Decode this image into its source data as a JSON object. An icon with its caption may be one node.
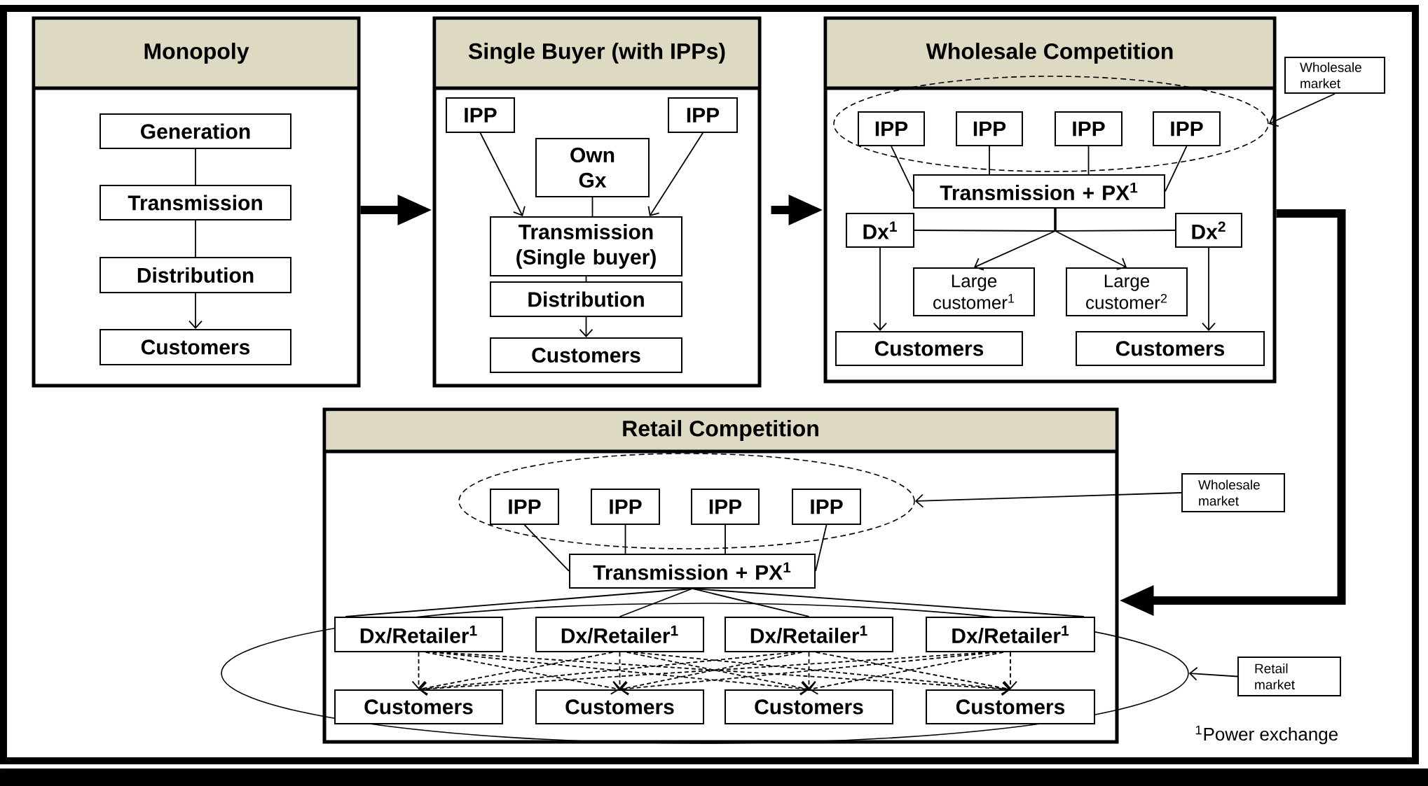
{
  "diagram": {
    "nodes": [
      {
        "text": [
          "Monopoly"
        ]
      },
      {
        "text": [
          "Generation"
        ],
        "in": 0
      },
      {
        "text": [
          "Transmission"
        ],
        "in": 0
      },
      {
        "text": [
          "Distribution"
        ],
        "in": 0
      },
      {
        "text": [
          "Customers"
        ],
        "in": 0
      },
      {
        "text": [
          "Single Buyer (with IPPs)"
        ]
      },
      {
        "text": [
          "IPP"
        ],
        "in": 5
      },
      {
        "text": [
          "IPP"
        ],
        "in": 5
      },
      {
        "text": [
          "Own Gx"
        ],
        "in": 5
      },
      {
        "text": [
          "Transmission (Single buyer)"
        ],
        "in": 5
      },
      {
        "text": [
          "Distribution"
        ],
        "in": 5
      },
      {
        "text": [
          "Customers"
        ],
        "in": 5
      },
      {
        "text": [
          "Wholesale Competition"
        ]
      },
      {
        "text": [],
        "shape": "ellipse",
        "in": 12
      },
      {
        "text": [
          "IPP"
        ],
        "in": 13
      },
      {
        "text": [
          "IPP"
        ],
        "in": 13
      },
      {
        "text": [
          "IPP"
        ],
        "in": 13
      },
      {
        "text": [
          "IPP"
        ],
        "in": 13
      },
      {
        "text": [
          "Transmission + PX$^{1}$"
        ],
        "in": 12
      },
      {
        "text": [
          "Dx$^{1}$"
        ],
        "in": 12
      },
      {
        "text": [
          "Dx$^{2}$"
        ],
        "in": 12
      },
      {
        "text": [
          "Large customer$^{1}$"
        ],
        "in": 12
      },
      {
        "text": [
          "Large customer$^{2}$"
        ],
        "in": 12
      },
      {
        "text": [
          "Customers"
        ],
        "in": 12
      },
      {
        "text": [
          "Customers"
        ],
        "in": 12
      },
      {
        "text": [
          "Wholesale market"
        ]
      },
      {
        "text": [
          "Retail Competition"
        ]
      },
      {
        "text": [],
        "shape": "ellipse",
        "in": 26
      },
      {
        "text": [
          "IPP"
        ],
        "in": 27
      },
      {
        "text": [
          "IPP"
        ],
        "in": 27
      },
      {
        "text": [
          "IPP"
        ],
        "in": 27
      },
      {
        "text": [
          "IPP"
        ],
        "in": 27
      },
      {
        "text": [
          "Transmission + PX$^{1}$"
        ],
        "in": 26
      },
      {
        "text": [],
        "shape": "ellipse"
      },
      {
        "text": [
          "Dx/Retailer$^{1}$"
        ],
        "in": 33
      },
      {
        "text": [
          "Dx/Retailer$^{1}$"
        ],
        "in": 33
      },
      {
        "text": [
          "Dx/Retailer$^{1}$"
        ],
        "in": 33
      },
      {
        "text": [
          "Dx/Retailer$^{1}$"
        ],
        "in": 33
      },
      {
        "text": [
          "Customers"
        ],
        "in": 33
      },
      {
        "text": [
          "Customers"
        ],
        "in": 33
      },
      {
        "text": [
          "Customers"
        ],
        "in": 33
      },
      {
        "text": [
          "Customers"
        ],
        "in": 33
      },
      {
        "text": [
          "Wholesale market"
        ]
      },
      {
        "text": [
          "Retail market"
        ]
      }
    ],
    "edges": [
      {
        "from": 1,
        "to": 2,
        "arrow": "none"
      },
      {
        "from": 2,
        "to": 3,
        "arrow": "none"
      },
      {
        "from": 3,
        "to": 4,
        "arrow": "to"
      },
      {
        "from": 0,
        "to": 5,
        "arrow": "to",
        "style": "thick"
      },
      {
        "from": 6,
        "to": 9,
        "arrow": "to"
      },
      {
        "from": 7,
        "to": 9,
        "arrow": "to"
      },
      {
        "from": 8,
        "to": 9,
        "arrow": "none"
      },
      {
        "from": 9,
        "to": 10,
        "arrow": "none"
      },
      {
        "from": 10,
        "to": 11,
        "arrow": "to"
      },
      {
        "from": 5,
        "to": 12,
        "arrow": "to",
        "style": "thick"
      },
      {
        "from": 14,
        "to": 18,
        "arrow": "none"
      },
      {
        "from": 15,
        "to": 18,
        "arrow": "none"
      },
      {
        "from": 16,
        "to": 18,
        "arrow": "none"
      },
      {
        "from": 17,
        "to": 18,
        "arrow": "none"
      },
      {
        "from": 18,
        "to": 19,
        "arrow": "none"
      },
      {
        "from": 18,
        "to": 20,
        "arrow": "none"
      },
      {
        "from": 18,
        "to": 21,
        "arrow": "to"
      },
      {
        "from": 18,
        "to": 22,
        "arrow": "to"
      },
      {
        "from": 19,
        "to": 23,
        "arrow": "to"
      },
      {
        "from": 20,
        "to": 24,
        "arrow": "to"
      },
      {
        "from": 25,
        "to": 13,
        "arrow": "to"
      },
      {
        "from": 12,
        "to": 26,
        "arrow": "to",
        "style": "thick"
      },
      {
        "from": 28,
        "to": 32,
        "arrow": "none"
      },
      {
        "from": 29,
        "to": 32,
        "arrow": "none"
      },
      {
        "from": 30,
        "to": 32,
        "arrow": "none"
      },
      {
        "from": 31,
        "to": 32,
        "arrow": "none"
      },
      {
        "from": 32,
        "to": 34,
        "arrow": "none"
      },
      {
        "from": 32,
        "to": 35,
        "arrow": "none"
      },
      {
        "from": 32,
        "to": 36,
        "arrow": "none"
      },
      {
        "from": 32,
        "to": 37,
        "arrow": "none"
      },
      {
        "from": 34,
        "to": 38,
        "arrow": "to",
        "style": "dashed"
      },
      {
        "from": 34,
        "to": 39,
        "arrow": "to",
        "style": "dashed"
      },
      {
        "from": 34,
        "to": 40,
        "arrow": "to",
        "style": "dashed"
      },
      {
        "from": 34,
        "to": 41,
        "arrow": "to",
        "style": "dashed"
      },
      {
        "from": 35,
        "to": 38,
        "arrow": "to",
        "style": "dashed"
      },
      {
        "from": 35,
        "to": 39,
        "arrow": "to",
        "style": "dashed"
      },
      {
        "from": 35,
        "to": 40,
        "arrow": "to",
        "style": "dashed"
      },
      {
        "from": 35,
        "to": 41,
        "arrow": "to",
        "style": "dashed"
      },
      {
        "from": 36,
        "to": 38,
        "arrow": "to",
        "style": "dashed"
      },
      {
        "from": 36,
        "to": 39,
        "arrow": "to",
        "style": "dashed"
      },
      {
        "from": 36,
        "to": 40,
        "arrow": "to",
        "style": "dashed"
      },
      {
        "from": 36,
        "to": 41,
        "arrow": "to",
        "style": "dashed"
      },
      {
        "from": 37,
        "to": 38,
        "arrow": "to",
        "style": "dashed"
      },
      {
        "from": 37,
        "to": 39,
        "arrow": "to",
        "style": "dashed"
      },
      {
        "from": 37,
        "to": 40,
        "arrow": "to",
        "style": "dashed"
      },
      {
        "from": 37,
        "to": 41,
        "arrow": "to",
        "style": "dashed"
      },
      {
        "from": 42,
        "to": 27,
        "arrow": "to"
      },
      {
        "from": 43,
        "to": 33,
        "arrow": "to"
      }
    ],
    "labels": [
      "$^{1}$Power exchange"
    ]
  }
}
